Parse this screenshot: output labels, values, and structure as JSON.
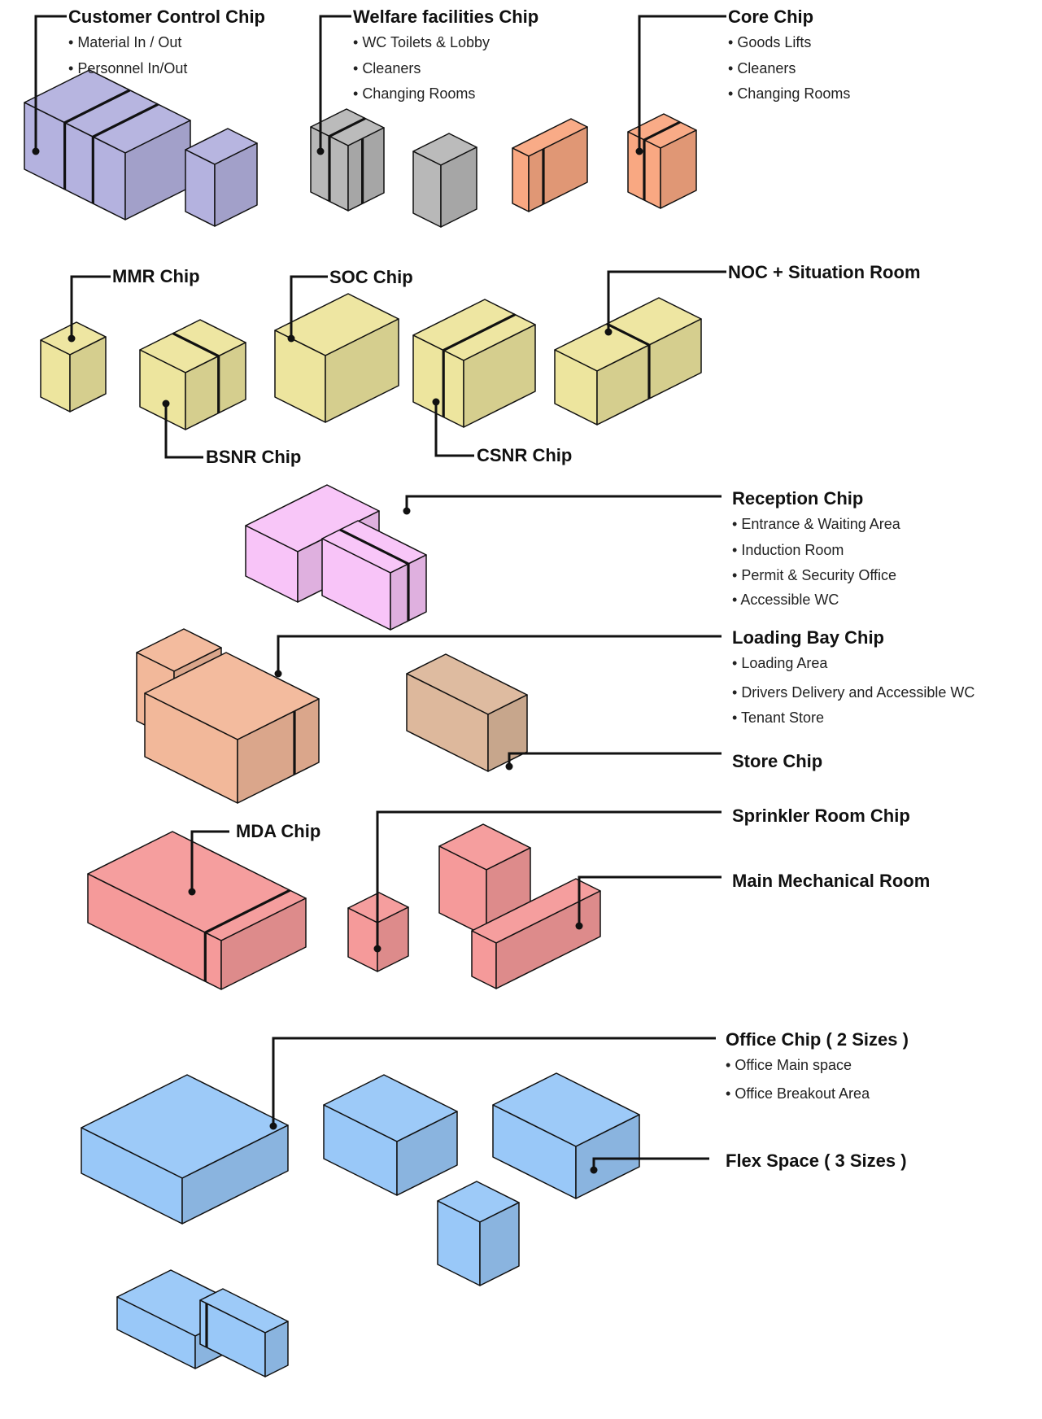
{
  "colors": {
    "purple": "#b4b2df",
    "grey": "#b8b8b8",
    "orange": "#f9a882",
    "yellow": "#ede59e",
    "pink": "#f8c4f8",
    "salmon": "#f2b89a",
    "tan": "#ddb89c",
    "red": "#f59a9a",
    "blue": "#99c8f8"
  },
  "labels": {
    "customer_control": {
      "title": "Customer Control Chip",
      "bullets": [
        "Material In / Out",
        "Personnel In/Out"
      ]
    },
    "welfare": {
      "title": "Welfare facilities Chip",
      "bullets": [
        "WC Toilets & Lobby",
        "Cleaners",
        "Changing Rooms"
      ]
    },
    "core": {
      "title": "Core Chip",
      "bullets": [
        "Goods Lifts",
        "Cleaners",
        "Changing Rooms"
      ]
    },
    "mmr": {
      "title": "MMR Chip"
    },
    "soc": {
      "title": "SOC Chip"
    },
    "noc": {
      "title": "NOC + Situation Room"
    },
    "bsnr": {
      "title": "BSNR Chip"
    },
    "csnr": {
      "title": "CSNR Chip"
    },
    "reception": {
      "title": "Reception Chip",
      "bullets": [
        "Entrance & Waiting Area",
        "Induction Room",
        "Permit & Security Office",
        "Accessible WC"
      ]
    },
    "loading_bay": {
      "title": "Loading Bay Chip",
      "bullets": [
        "Loading Area",
        "Drivers Delivery and Accessible WC",
        "Tenant Store"
      ]
    },
    "store": {
      "title": "Store Chip"
    },
    "mda": {
      "title": "MDA Chip"
    },
    "sprinkler": {
      "title": "Sprinkler Room Chip"
    },
    "main_mech": {
      "title": "Main Mechanical Room"
    },
    "office": {
      "title": "Office Chip ( 2 Sizes )",
      "bullets": [
        "Office Main space",
        "Office Breakout Area"
      ]
    },
    "flex": {
      "title": "Flex Space ( 3 Sizes )"
    }
  }
}
